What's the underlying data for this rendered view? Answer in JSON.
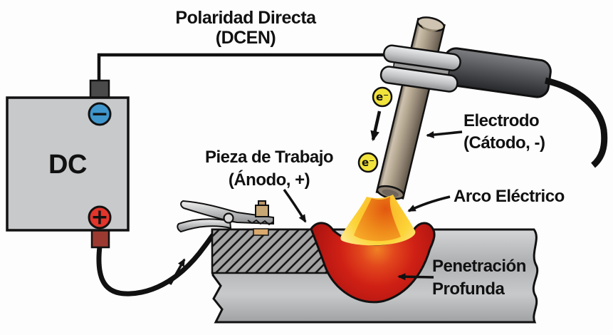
{
  "title": {
    "line1": "Polaridad Directa",
    "line2": "(DCEN)"
  },
  "power_source": {
    "label": "DC",
    "negative_terminal_symbol": "−",
    "positive_terminal_symbol": "+"
  },
  "labels": {
    "workpiece_line1": "Pieza de Trabajo",
    "workpiece_line2": "(Ánodo, +)",
    "electrode_line1": "Electrodo",
    "electrode_line2": "(Cátodo, -)",
    "arc": "Arco Eléctrico",
    "penetration_line1": "Penetración",
    "penetration_line2": "Profunda"
  },
  "electrons": {
    "symbol": "e⁻"
  },
  "icons": {
    "electron-icon": "yellow circle with e-minus",
    "negative-terminal-icon": "blue circle with minus",
    "positive-terminal-icon": "red circle with plus"
  },
  "colors": {
    "terminal_negative_blue": "#3f96cc",
    "terminal_positive_red": "#e2352b",
    "electron_yellow": "#f2e33c",
    "weld_pool_red": "#d02015",
    "arc_orange": "#f59d25",
    "arc_yellow": "#fcd93a",
    "electrode_tan": "#b4a790",
    "plate_gray": "#b5b7b9",
    "outline_black": "#111111"
  }
}
